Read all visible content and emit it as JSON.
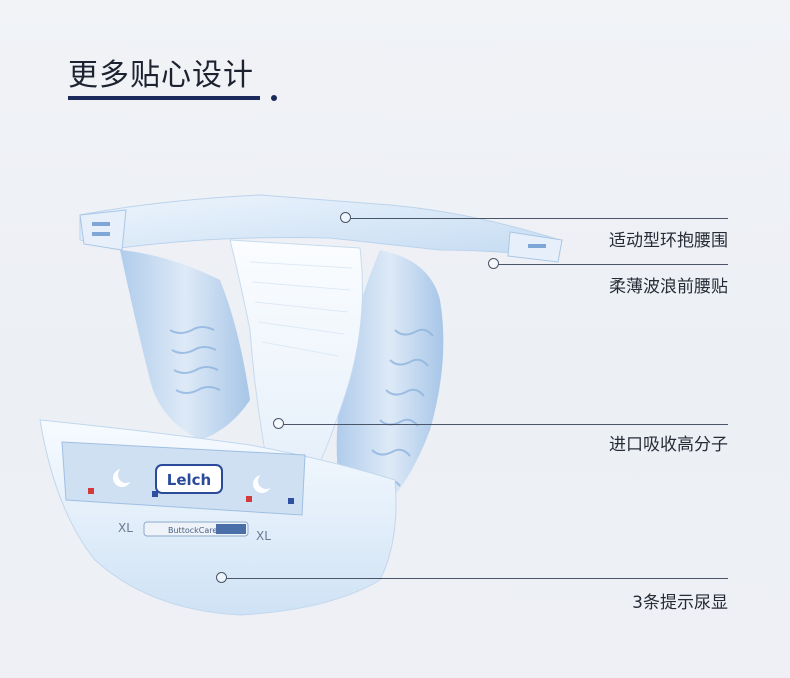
{
  "title": "更多贴心设计",
  "features": [
    "适动型环抱腰围",
    "柔薄波浪前腰贴",
    "进口吸收高分子",
    "3条提示尿显"
  ],
  "product": {
    "brand": "Lelch",
    "size_left": "XL",
    "size_right": "XL",
    "badge": "ButtockCare"
  },
  "colors": {
    "accent": "#1b2a5a",
    "diaper_blue": "#b9d4ef",
    "diaper_light": "#e6f0fb"
  }
}
